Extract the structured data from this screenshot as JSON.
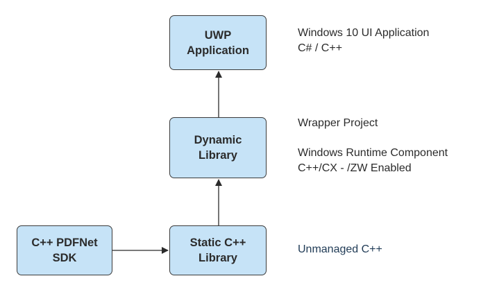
{
  "nodes": {
    "uwp": {
      "line1": "UWP",
      "line2": "Application"
    },
    "dynamic": {
      "line1": "Dynamic",
      "line2": "Library"
    },
    "static": {
      "line1": "Static C++",
      "line2": "Library"
    },
    "sdk": {
      "line1": "C++ PDFNet",
      "line2": "SDK"
    }
  },
  "notes": {
    "uwp": {
      "line1": "Windows 10 UI Application",
      "line2": "C# / C++"
    },
    "wrapper": {
      "line1": "Wrapper Project"
    },
    "runtime": {
      "line1": "Windows Runtime Component",
      "line2": "C++/CX - /ZW Enabled"
    },
    "unmanaged": {
      "line1": "Unmanaged C++"
    }
  },
  "colors": {
    "node_fill": "#c6e3f7",
    "node_border": "#3a3a3a",
    "arrow": "#2b2b2b",
    "text": "#2b2b2b",
    "unmanaged_text": "#1f3a55"
  }
}
